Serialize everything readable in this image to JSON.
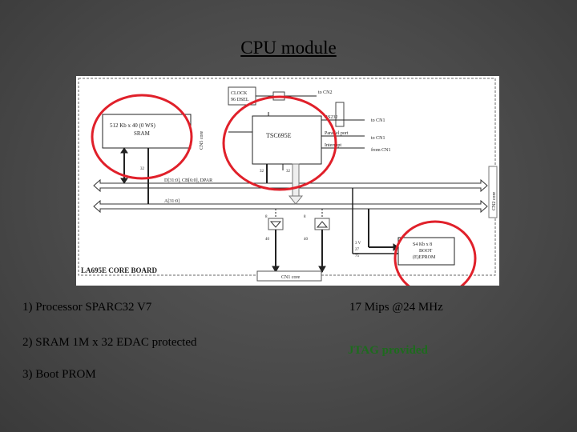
{
  "title": "CPU module",
  "diagram": {
    "labels": {
      "clock": "CLOCK",
      "clock_freq": "96 DSEL",
      "sram": "512 Kb x 40 (0 WS)",
      "sram2": "SRAM",
      "cpu": "TSC695E",
      "cn_left": "CN5 core",
      "rs232": "RS232",
      "parallel": "Parallel port",
      "interrupt": "Interrupt",
      "to_cn2": "to CN2",
      "to_cn1": "to CN1",
      "fromcn1": "from CN1",
      "to_cn1b": "to CN1",
      "data_bus": "D[31:0], CB[6:0], DPAR",
      "addr_bus": "A[31:0]",
      "cn2_core": "CN2 core",
      "boot1": "S4 Kb x 8",
      "boot2": "BOOT",
      "boot3": "(E)EPROM",
      "board": "LA695E CORE BOARD",
      "cn1_core": "CN1 core",
      "n32a": "32",
      "n32b": "32",
      "n32c": "32",
      "n8": "8",
      "n40": "40",
      "n40b": "40",
      "n27": "27",
      "n3v": "3 V",
      "n75": "75",
      "n8b": "8"
    }
  },
  "bullets": [
    "1) Processor SPARC32 V7",
    "2) SRAM 1M x 32 EDAC protected",
    "3) Boot PROM"
  ],
  "notes": {
    "mips": "17 Mips @24 MHz",
    "jtag": "JTAG provided"
  },
  "colors": {
    "highlight": "#e0202a",
    "accent_text": "#1d6b1d"
  }
}
